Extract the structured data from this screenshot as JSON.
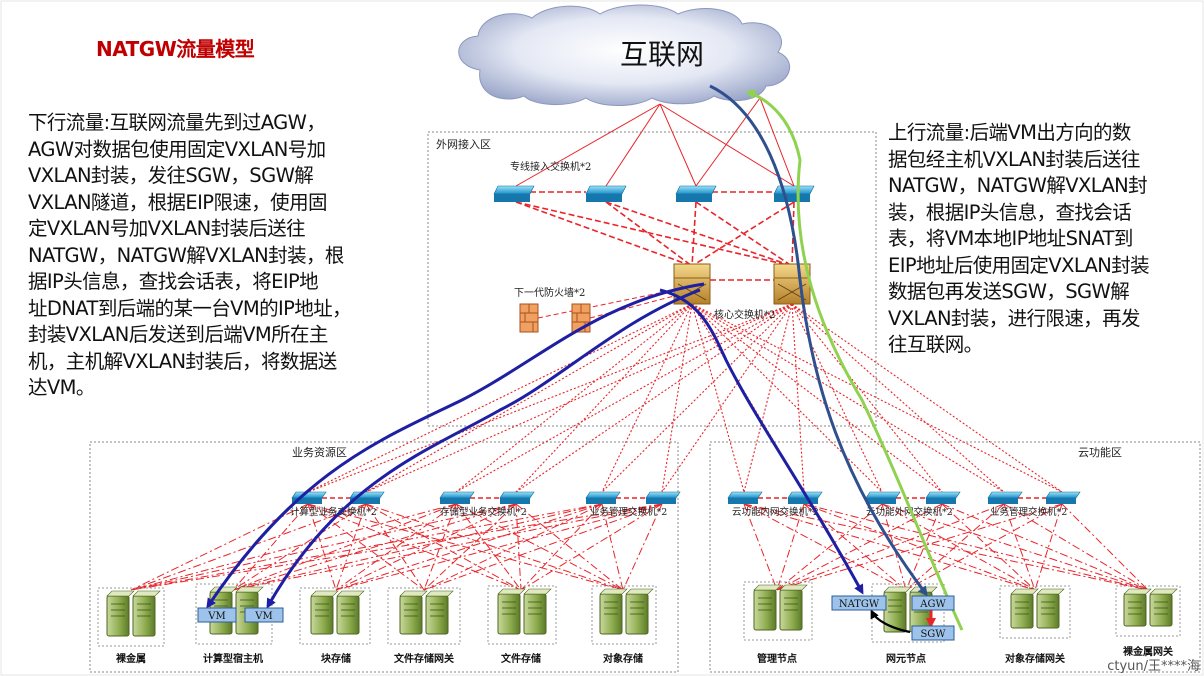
{
  "title": "NATGW流量模型",
  "internet_label": "互联网",
  "downlink_text": "下行流量:互联网流量先到过AGW，\nAGW对数据包使用固定VXLAN号加\nVXLAN封装，发往SGW，SGW解\nVXLAN隧道，根据EIP限速，使用固\n定VXLAN号加VXLAN封装后送往\nNATGW，NATGW解VXLAN封装，根\n据IP头信息，查找会话表，将EIP地\n址DNAT到后端的某一台VM的IP地址，\n封装VXLAN后发送到后端VM所在主\n机，主机解VXLAN封装后，将数据送\n达VM。",
  "uplink_text": "上行流量:后端VM出方向的数\n据包经主机VXLAN封装后送往\nNATGW，NATGW解VXLAN封\n装，根据IP头信息，查找会话\n表，将VM本地IP地址SNAT到\nEIP地址后使用固定VXLAN封装\n数据包再发送SGW，SGW解\nVXLAN封装，进行限速，再发\n往互联网。",
  "zones": {
    "external": "外网接入区",
    "business": "业务资源区",
    "cloud": "云功能区"
  },
  "devices": {
    "leased_switch": "专线接入交换机*2",
    "firewall": "下一代防火墙*2",
    "core_switch": "核心交换机*2",
    "compute_switch": "计算型业务交换机*2",
    "storage_switch": "存储型业务交换机*2",
    "biz_mgmt_switch": "业务管理交换机*2",
    "cloud_inner_switch": "云功能内网交换机*2",
    "cloud_outer_switch": "云功能外网交换机*2",
    "cloud_mgmt_switch": "业务管理交换机*2"
  },
  "servers": {
    "baremetal": "裸金属",
    "compute_host": "计算型宿主机",
    "block_storage": "块存储",
    "file_gateway": "文件存储网关",
    "file_storage": "文件存储",
    "object_storage": "对象存储",
    "mgmt_node": "管理节点",
    "network_node": "网元节点",
    "object_gateway": "对象存储网关",
    "baremetal_gateway": "裸金属网关"
  },
  "tags": {
    "vm": "VM",
    "natgw": "NATGW",
    "agw": "AGW",
    "sgw": "SGW"
  },
  "watermark": "ctyun/王****海",
  "colors": {
    "title": "#c00000",
    "link": "#e8252a",
    "downlink": "#1f1fa3",
    "agw_path": "#2f4f8f",
    "uplink": "#8fd24f"
  }
}
